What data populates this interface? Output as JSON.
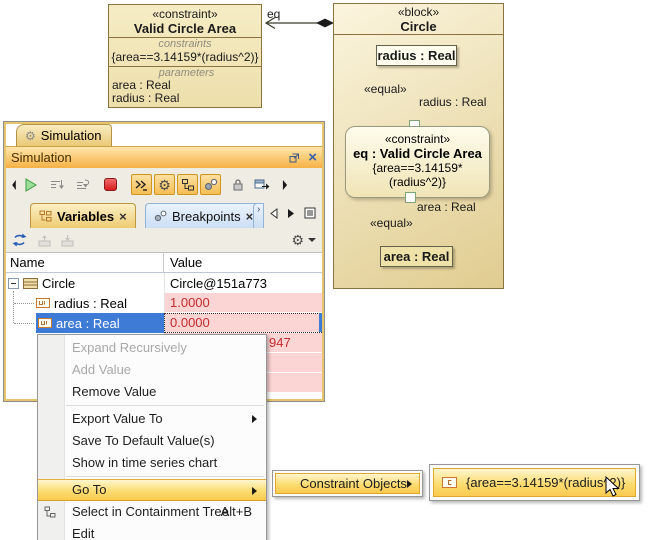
{
  "diagram": {
    "constraint_block": {
      "stereotype": "«constraint»",
      "name": "Valid Circle Area",
      "constraints_label": "constraints",
      "constraint_expr": "{area==3.14159*(radius^2)}",
      "parameters_label": "parameters",
      "parameters": [
        "area : Real",
        "radius : Real"
      ]
    },
    "connector_label": "eq",
    "block": {
      "stereotype": "«block»",
      "name": "Circle",
      "radius_part": "radius : Real",
      "equal_label_top": "«equal»",
      "radius_pin_label": "radius : Real",
      "constraint_property": {
        "stereotype": "«constraint»",
        "name": "eq : Valid Circle Area",
        "expr": "{area==3.14159*(radius^2)}"
      },
      "area_pin_label": "area : Real",
      "equal_label_bottom": "«equal»",
      "area_part": "area : Real"
    }
  },
  "window": {
    "dock_tab_label": "Simulation",
    "title": "Simulation",
    "tabs": [
      {
        "label": "Variables"
      },
      {
        "label": "Breakpoints"
      }
    ],
    "table": {
      "columns": [
        "Name",
        "Value"
      ],
      "rows": [
        {
          "name": "Circle",
          "value": "Circle@151a773"
        },
        {
          "name": "radius : Real",
          "value": "1.0000"
        },
        {
          "name": "area : Real",
          "value": "0.0000"
        },
        {
          "name": "",
          "value_fragment": "947"
        }
      ]
    }
  },
  "context_menu": {
    "items": [
      {
        "label": "Expand Recursively",
        "enabled": false
      },
      {
        "label": "Add Value",
        "enabled": false
      },
      {
        "label": "Remove Value",
        "enabled": true
      },
      {
        "label": "Export Value To",
        "enabled": true,
        "submenu": true
      },
      {
        "label": "Save To Default Value(s)",
        "enabled": true
      },
      {
        "label": "Show in time series chart",
        "enabled": true
      },
      {
        "label": "Go To",
        "enabled": true,
        "submenu": true,
        "highlighted": true
      },
      {
        "label": "Select in Containment Tree",
        "enabled": true,
        "shortcut": "Alt+B"
      },
      {
        "label": "Edit",
        "enabled": true
      }
    ],
    "goto_submenu": {
      "label": "Constraint Objects"
    },
    "constraint_objects_submenu": {
      "label": "{area==3.14159*(radius^2)}"
    }
  },
  "colors": {
    "accent_orange": "#F6B145",
    "selection_blue": "#3E7BD7",
    "error_pink": "#FBD4D4",
    "error_red": "#C42B2B",
    "menu_highlight": "#FCDC72",
    "block_tan": "#EDDFAC"
  }
}
